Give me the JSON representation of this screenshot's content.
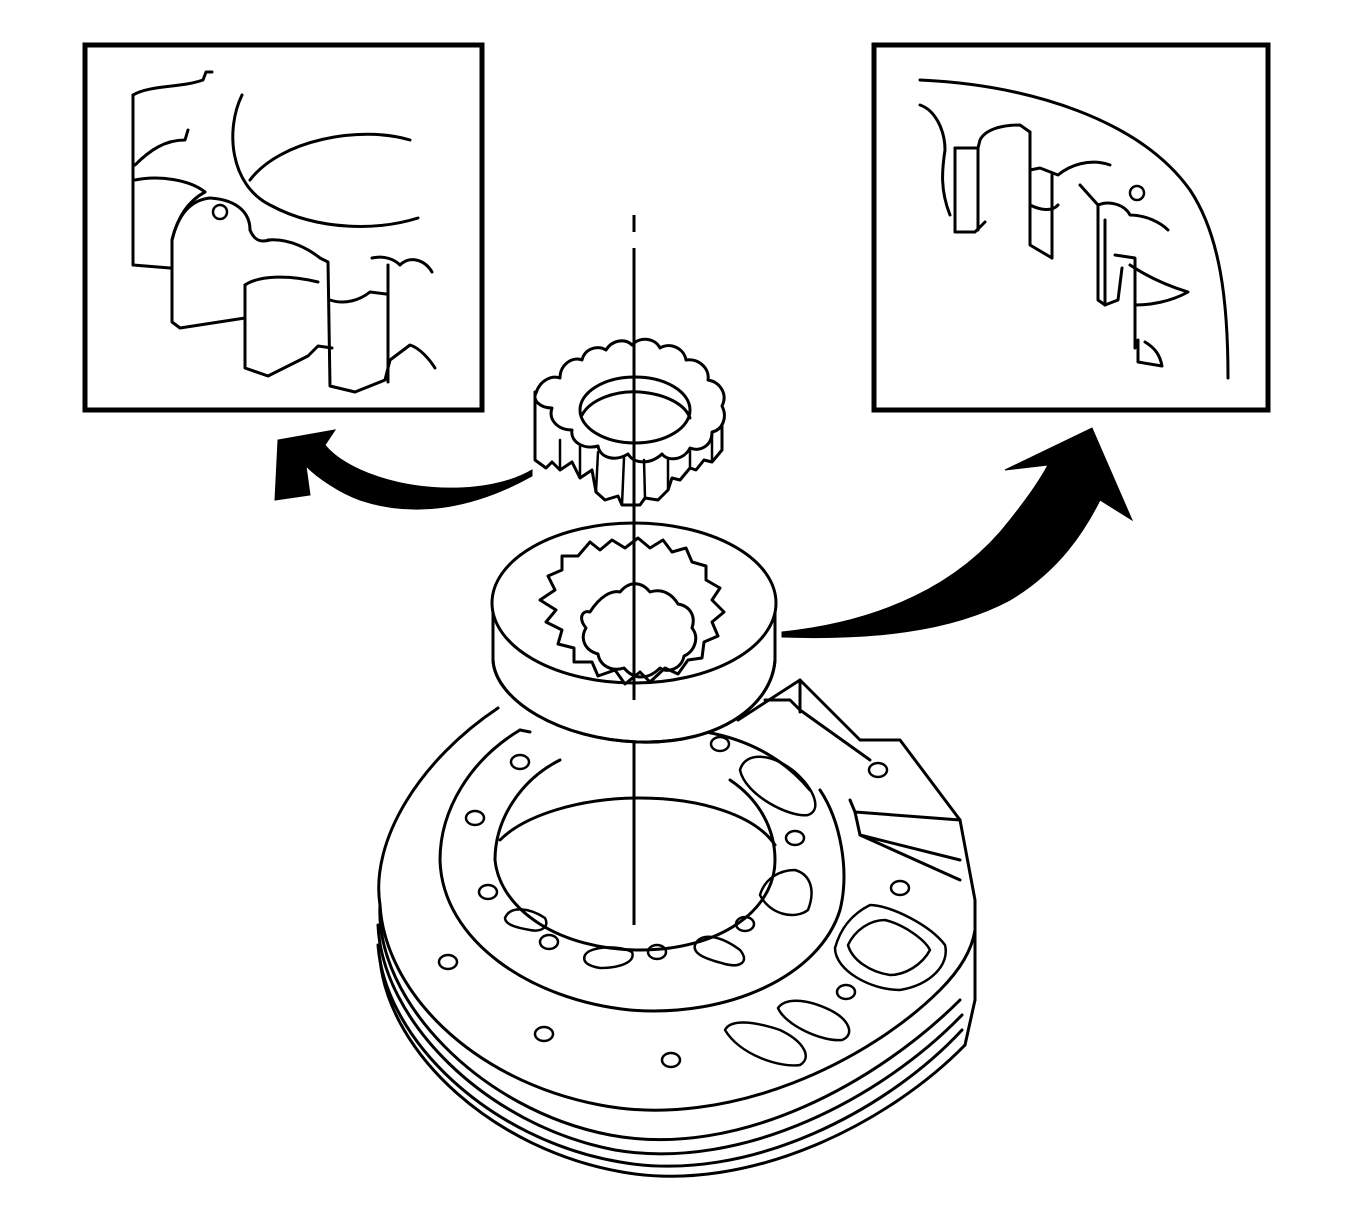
{
  "colors": {
    "line": "#000000",
    "background": "#ffffff"
  },
  "diagram": {
    "parts": [
      {
        "name": "pump-drive-gear",
        "icon": "gear-icon"
      },
      {
        "name": "pump-driven-gear",
        "icon": "ring-gear-icon"
      },
      {
        "name": "pump-body",
        "icon": "housing-icon"
      }
    ],
    "insets": [
      {
        "name": "drive-gear-detail"
      },
      {
        "name": "driven-gear-detail"
      }
    ],
    "arrows": [
      {
        "name": "arrow-to-drive-gear-detail"
      },
      {
        "name": "arrow-to-driven-gear-detail"
      }
    ]
  }
}
